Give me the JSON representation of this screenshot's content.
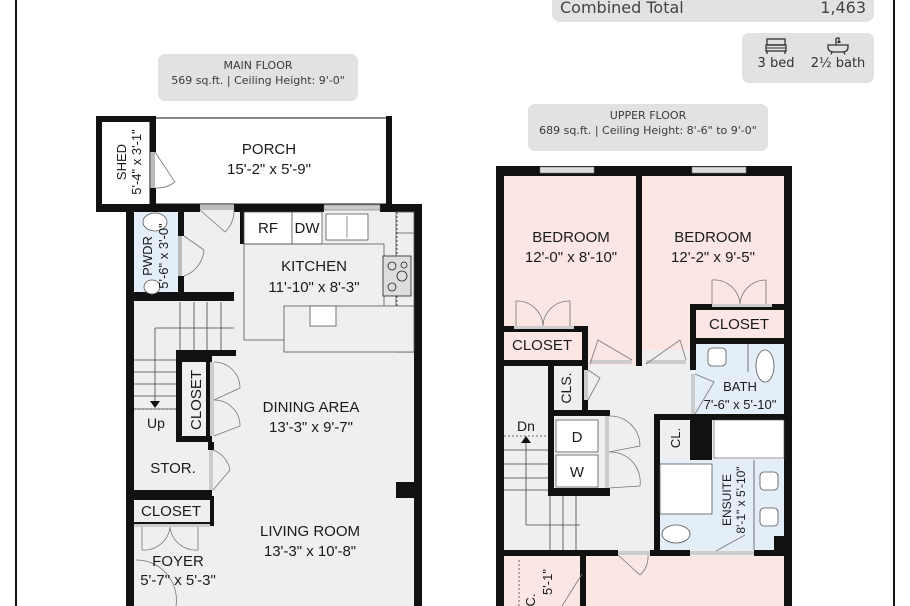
{
  "summary": {
    "label": "Combined Total",
    "value": "1,463"
  },
  "features": {
    "bed": {
      "icon": "bed-icon",
      "label": "3 bed"
    },
    "bath": {
      "icon": "bathtub-icon",
      "label": "2½ bath"
    }
  },
  "main_floor": {
    "title": "MAIN FLOOR",
    "details": "569 sq.ft. | Ceiling Height: 9'-0\"",
    "rooms": {
      "shed": {
        "name": "SHED",
        "dims": "5'-4\" x 3'-1\""
      },
      "porch": {
        "name": "PORCH",
        "dims": "15'-2\" x 5'-9\""
      },
      "pwdr": {
        "name": "PWDR",
        "dims": "5'-6\" x 3'-0\""
      },
      "rf": {
        "name": "RF"
      },
      "dw": {
        "name": "DW"
      },
      "kitchen": {
        "name": "KITCHEN",
        "dims": "11'-10\" x 8'-3\""
      },
      "closet1": {
        "name": "CLOSET"
      },
      "up": {
        "name": "Up"
      },
      "dining": {
        "name": "DINING AREA",
        "dims": "13'-3\" x 9'-7\""
      },
      "stor": {
        "name": "STOR."
      },
      "closet2": {
        "name": "CLOSET"
      },
      "living": {
        "name": "LIVING ROOM",
        "dims": "13'-3\" x 10'-8\""
      },
      "foyer": {
        "name": "FOYER",
        "dims": "5'-7\" x 5'-3\""
      }
    }
  },
  "upper_floor": {
    "title": "UPPER FLOOR",
    "details": "689 sq.ft. | Ceiling Height: 8'-6\" to 9'-0\"",
    "rooms": {
      "bedroom1": {
        "name": "BEDROOM",
        "dims": "12'-0\" x 8'-10\""
      },
      "bedroom2": {
        "name": "BEDROOM",
        "dims": "12'-2\" x 9'-5\""
      },
      "closet_a": {
        "name": "CLOSET"
      },
      "closet_b": {
        "name": "CLOSET"
      },
      "cls": {
        "name": "CLS."
      },
      "bath": {
        "name": "BATH",
        "dims": "7'-6\" x 5'-10\""
      },
      "dn": {
        "name": "Dn"
      },
      "dryer": {
        "name": "D"
      },
      "washer": {
        "name": "W"
      },
      "cl": {
        "name": "CL."
      },
      "ensuite": {
        "name": "ENSUITE",
        "dims": "8'-1\" x 5'-10\""
      },
      "wic_partial": {
        "name": "C.",
        "dims": "5'-1\""
      }
    }
  },
  "colors": {
    "wall": "#111111",
    "floor_grey": "#eeeff1",
    "bedroom_pink": "#fbe6e3",
    "bath_blue": "#e3eef8",
    "pill_bg": "#e1e2e4"
  }
}
